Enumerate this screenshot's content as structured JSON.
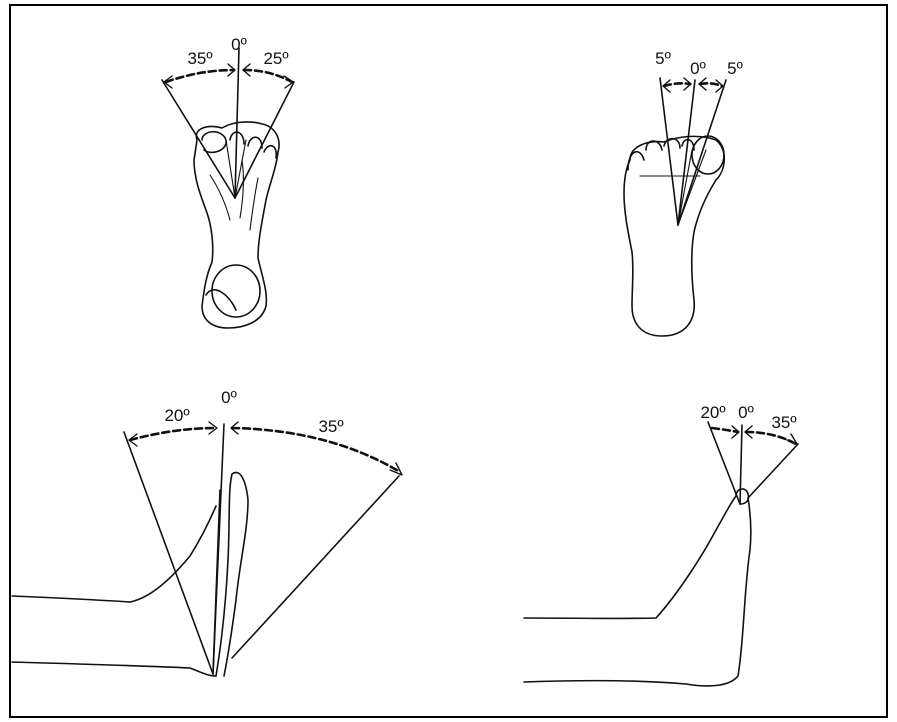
{
  "panels": {
    "top_left": {
      "center": "0º",
      "left": "35º",
      "right": "25º"
    },
    "top_right": {
      "center": "0º",
      "left": "5º",
      "right": "5º"
    },
    "bottom_left": {
      "center": "0º",
      "left": "20º",
      "right": "35º"
    },
    "bottom_right": {
      "center": "0º",
      "left": "20º",
      "right": "35º"
    }
  },
  "colors": {
    "ink": "#111111",
    "background": "#ffffff"
  }
}
